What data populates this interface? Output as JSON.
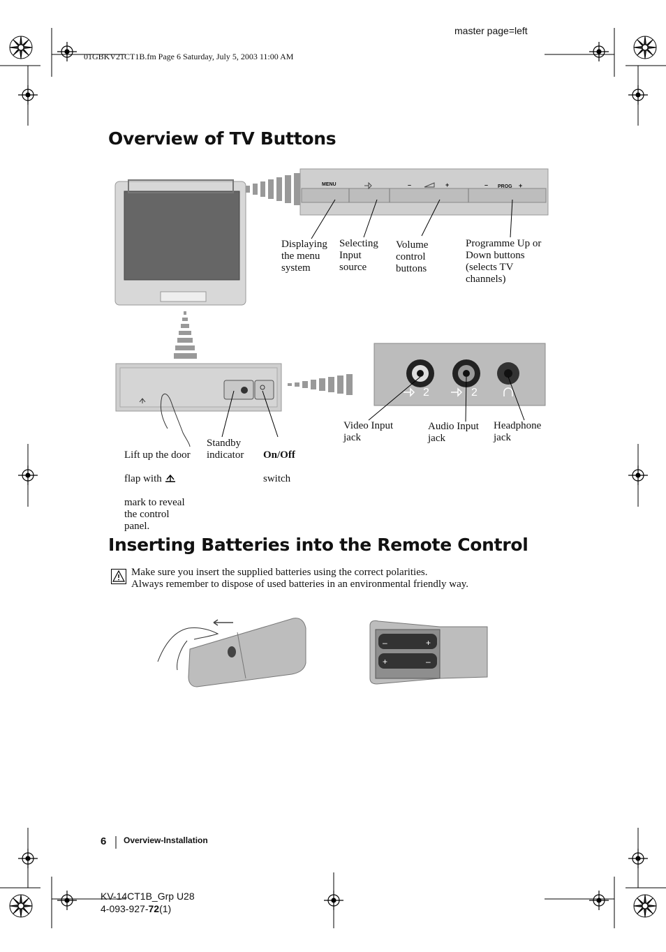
{
  "header": {
    "master_page": "master page=left",
    "file_info": "01GBKV21CT1B.fm  Page 6  Saturday, July 5, 2003  11:00 AM"
  },
  "section1": {
    "title": "Overview of TV Buttons",
    "panel_labels": {
      "menu": "MENU",
      "minus1": "–",
      "plus1": "+",
      "minus2": "–",
      "prog": "PROG",
      "plus2": "+"
    },
    "callouts": {
      "menu": "Displaying\nthe menu\nsystem",
      "input": "Selecting\nInput\nsource",
      "volume": "Volume\ncontrol\nbuttons",
      "programme": "Programme Up or\nDown buttons\n(selects TV\nchannels)",
      "video_input": "Video Input\njack",
      "audio_input": "Audio Input\njack",
      "headphone": "Headphone\njack",
      "door_line1": "Lift up the door",
      "door_line2a": "flap with",
      "door_line3": "mark to reveal\nthe control\npanel.",
      "standby": "Standby\nindicator",
      "onoff_bold": "On/Off",
      "onoff_rest": "switch"
    },
    "jack_labels": {
      "video": "2",
      "audio": "2"
    }
  },
  "section2": {
    "title": "Inserting Batteries into the Remote Control",
    "note_line1": "Make sure you insert the supplied batteries using the correct polarities.",
    "note_line2": "Always remember to dispose of used batteries in an environmental friendly way."
  },
  "footer": {
    "page_number": "6",
    "section": "Overview-Installation",
    "model": "KV-14CT1B_Grp U28",
    "part_prefix": "4-093-927-",
    "part_bold": "72",
    "part_suffix": "(1)"
  }
}
